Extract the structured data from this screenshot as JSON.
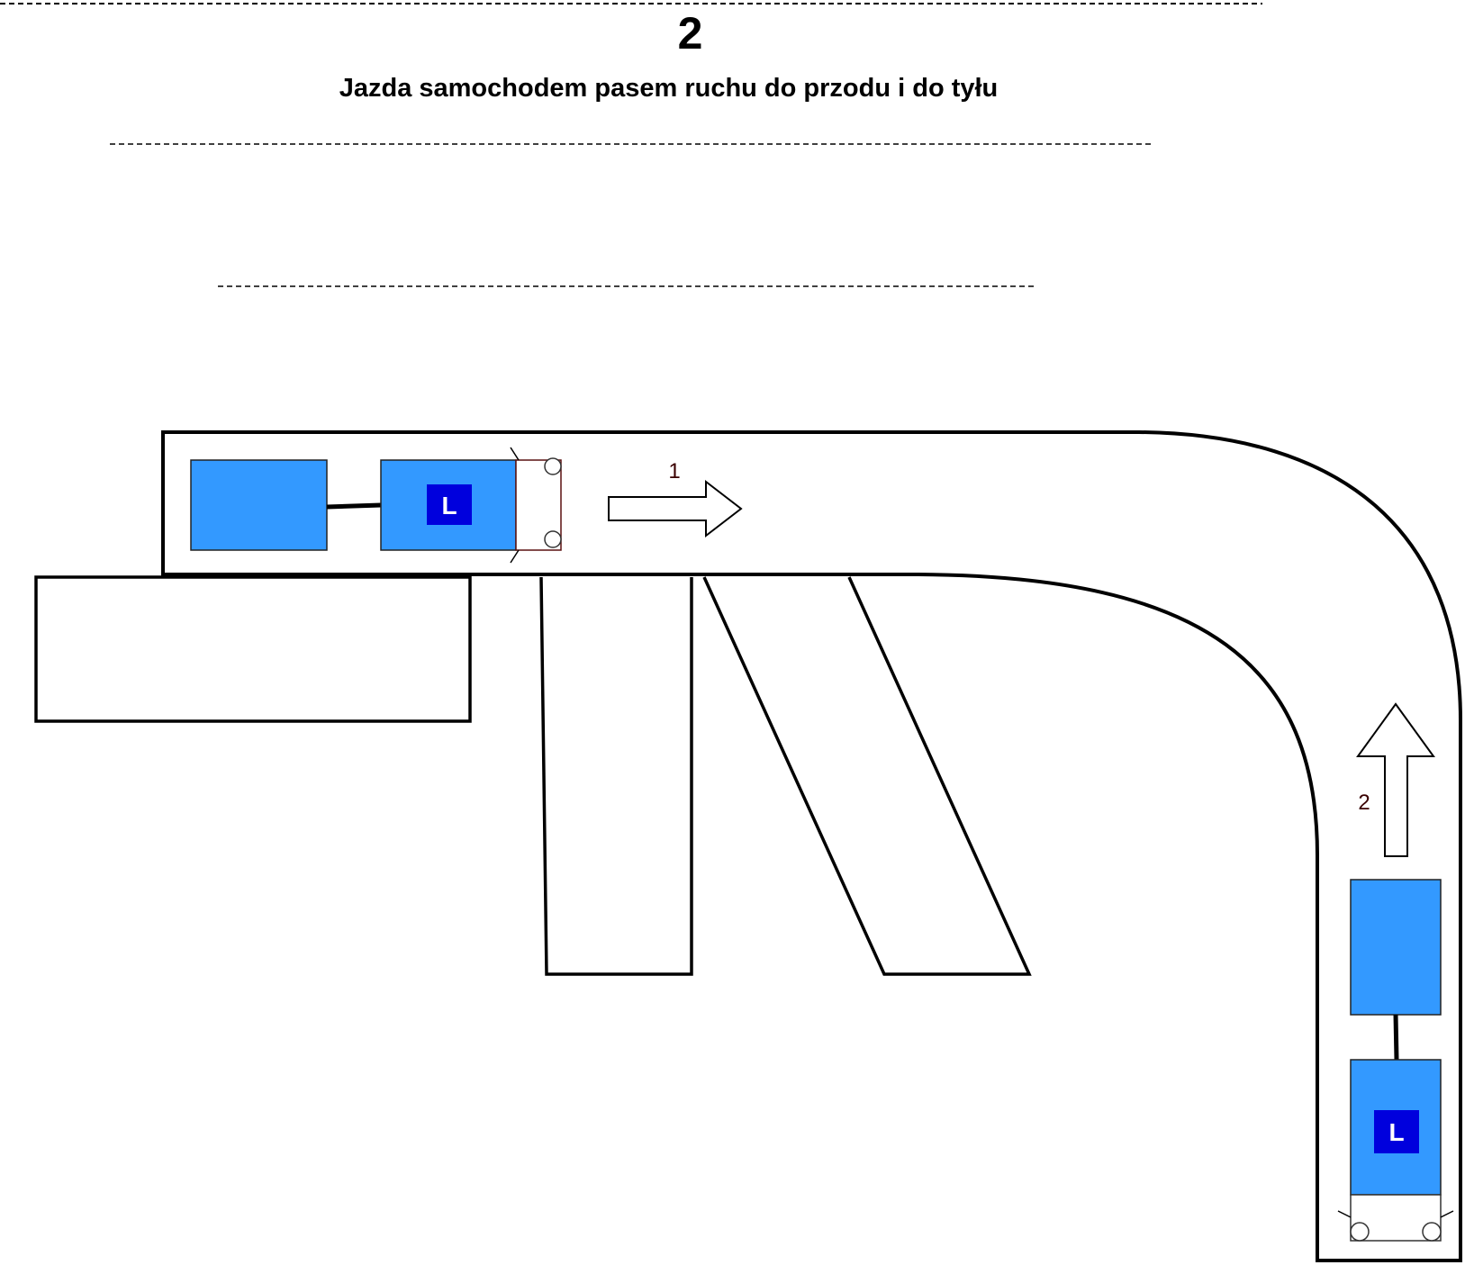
{
  "header": {
    "number": "2",
    "title": "Jazda samochodem pasem ruchu do przodu i do tyłu"
  },
  "diagram": {
    "steps": [
      {
        "label": "1",
        "direction": "right"
      },
      {
        "label": "2",
        "direction": "up"
      }
    ],
    "learner_plate": "L",
    "colors": {
      "vehicle": "#3399ff",
      "plate": "#0000dd",
      "outline": "#000000",
      "step_label": "#3a0000"
    }
  }
}
